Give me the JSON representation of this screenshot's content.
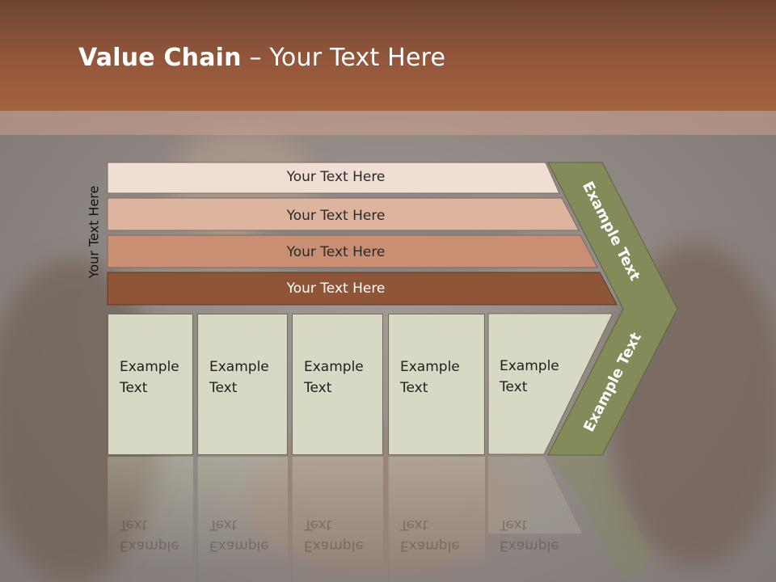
{
  "header": {
    "title_bold": "Value Chain",
    "title_rest": " – Your Text Here"
  },
  "side_label": "Your Text Here",
  "bars": [
    {
      "label": "Your Text Here"
    },
    {
      "label": "Your Text Here"
    },
    {
      "label": "Your Text Here"
    },
    {
      "label": "Your Text Here"
    }
  ],
  "columns": [
    {
      "label": "Example\nText"
    },
    {
      "label": "Example\nText"
    },
    {
      "label": "Example\nText"
    },
    {
      "label": "Example\nText"
    },
    {
      "label": "Example\nText"
    }
  ],
  "arrow": {
    "top_label": "Example Text",
    "bottom_label": "Example Text"
  },
  "colors": {
    "header": "#93573c",
    "bar1": "#f0ddd4",
    "bar2": "#ddb59f",
    "bar3": "#c98f72",
    "bar4": "#8f5539",
    "arrow": "#848a5a",
    "column": "#d8d9c4"
  }
}
